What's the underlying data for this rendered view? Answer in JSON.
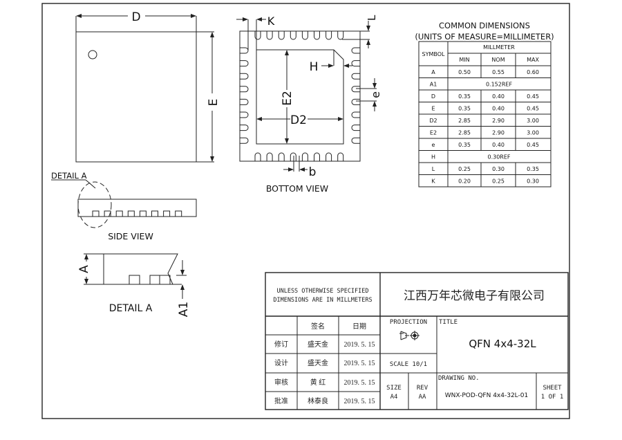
{
  "views": {
    "top": {
      "dim_d": "D",
      "dim_e": "E"
    },
    "bottom": {
      "k": "K",
      "l": "L",
      "h": "H",
      "e2": "E2",
      "d2": "D2",
      "e": "e",
      "b": "b",
      "caption": "BOTTOM VIEW"
    },
    "side": {
      "detail_callout": "DETAIL A",
      "caption": "SIDE VIEW"
    },
    "detail": {
      "a": "A",
      "a1": "A1",
      "caption": "DETAIL A"
    }
  },
  "dimensions_table": {
    "title": "COMMON DIMENSIONS",
    "subtitle": "(UNITS OF MEASURE=MILLIMETER)",
    "symbol_header": "SYMBOL",
    "unit_header": "MILLMETER",
    "columns": [
      "MIN",
      "NOM",
      "MAX"
    ],
    "rows": [
      {
        "symbol": "A",
        "values": [
          "0.50",
          "0.55",
          "0.60"
        ]
      },
      {
        "symbol": "A1",
        "ref": "0.152REF"
      },
      {
        "symbol": "D",
        "values": [
          "0.35",
          "0.40",
          "0.45"
        ]
      },
      {
        "symbol": "E",
        "values": [
          "0.35",
          "0.40",
          "0.45"
        ]
      },
      {
        "symbol": "D2",
        "values": [
          "2.85",
          "2.90",
          "3.00"
        ]
      },
      {
        "symbol": "E2",
        "values": [
          "2.85",
          "2.90",
          "3.00"
        ]
      },
      {
        "symbol": "e",
        "values": [
          "0.35",
          "0.40",
          "0.45"
        ]
      },
      {
        "symbol": "H",
        "ref": "0.30REF"
      },
      {
        "symbol": "L",
        "values": [
          "0.25",
          "0.30",
          "0.35"
        ]
      },
      {
        "symbol": "K",
        "values": [
          "0.20",
          "0.25",
          "0.30"
        ]
      }
    ]
  },
  "title_block": {
    "note_line1": "UNLESS OTHERWISE SPECIFIED",
    "note_line2": "DIMENSIONS ARE IN MILLMETERS",
    "company": "江西万年芯微电子有限公司",
    "sign_header": "签名",
    "date_header": "日期",
    "approvals": [
      {
        "role": "修订",
        "name": "盛天金",
        "date": "2019. 5. 15"
      },
      {
        "role": "设计",
        "name": "盛天金",
        "date": "2019. 5. 15"
      },
      {
        "role": "审核",
        "name": "黄  红",
        "date": "2019. 5. 15"
      },
      {
        "role": "批准",
        "name": "林泰良",
        "date": "2019. 5. 15"
      }
    ],
    "projection_label": "PROJECTION",
    "scale": "SCALE 10/1",
    "size_label": "SIZE",
    "size": "A4",
    "rev_label": "REV",
    "rev": "AA",
    "title_label": "TITLE",
    "title": "QFN 4x4-32L",
    "drawing_no_label": "DRAWING NO.",
    "drawing_no": "WNX-POD-QFN 4x4-32L-01",
    "sheet_label": "SHEET",
    "sheet": "1 OF 1"
  }
}
